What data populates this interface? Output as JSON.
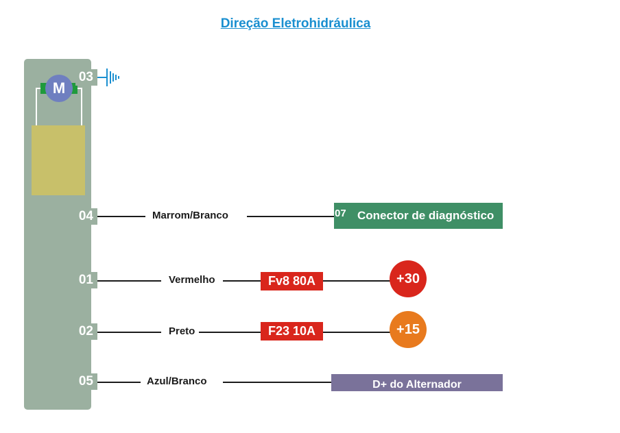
{
  "title": "Direção Eletrohidráulica",
  "module": {
    "motor_label": "M",
    "pins": [
      "03",
      "04",
      "01",
      "02",
      "05"
    ]
  },
  "connections": [
    {
      "pin": "04",
      "wire": "Marrom/Branco",
      "target_pin": "07",
      "target": "Conector de diagnóstico"
    },
    {
      "pin": "01",
      "wire": "Vermelho",
      "fuse": "Fv8 80A",
      "target": "+30"
    },
    {
      "pin": "02",
      "wire": "Preto",
      "fuse": "F23 10A",
      "target": "+15"
    },
    {
      "pin": "05",
      "wire": "Azul/Branco",
      "target": "D+ do Alternador"
    }
  ],
  "colors": {
    "module": "#9bb0a0",
    "diag": "#3f8f66",
    "fuse": "#d9261c",
    "plus30": "#d9261c",
    "plus15": "#e87a1e",
    "alternator": "#7a729a",
    "title": "#1a8fd0"
  }
}
